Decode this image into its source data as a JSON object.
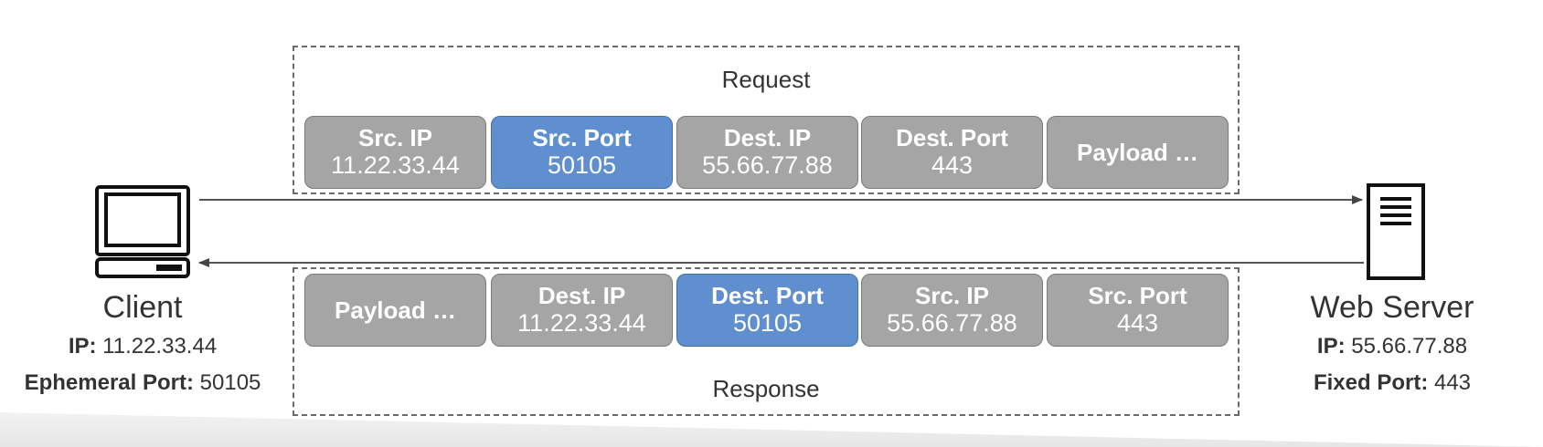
{
  "request": {
    "title": "Request",
    "cells": [
      {
        "label": "Src. IP",
        "value": "11.22.33.44",
        "highlight": false
      },
      {
        "label": "Src. Port",
        "value": "50105",
        "highlight": true
      },
      {
        "label": "Dest. IP",
        "value": "55.66.77.88",
        "highlight": false
      },
      {
        "label": "Dest. Port",
        "value": "443",
        "highlight": false
      },
      {
        "label": "Payload …",
        "value": "",
        "highlight": false
      }
    ]
  },
  "response": {
    "title": "Response",
    "cells": [
      {
        "label": "Payload …",
        "value": "",
        "highlight": false
      },
      {
        "label": "Dest. IP",
        "value": "11.22.33.44",
        "highlight": false
      },
      {
        "label": "Dest. Port",
        "value": "50105",
        "highlight": true
      },
      {
        "label": "Src. IP",
        "value": "55.66.77.88",
        "highlight": false
      },
      {
        "label": "Src. Port",
        "value": "443",
        "highlight": false
      }
    ]
  },
  "client": {
    "icon": "computer-icon",
    "title": "Client",
    "ip_label": "IP:",
    "ip_value": "11.22.33.44",
    "port_label": "Ephemeral Port:",
    "port_value": "50105"
  },
  "server": {
    "icon": "server-icon",
    "title": "Web Server",
    "ip_label": "IP:",
    "ip_value": "55.66.77.88",
    "port_label": "Fixed Port:",
    "port_value": "443"
  },
  "colors": {
    "cell_gray": "#a5a5a5",
    "cell_blue": "#5f8fcf"
  }
}
